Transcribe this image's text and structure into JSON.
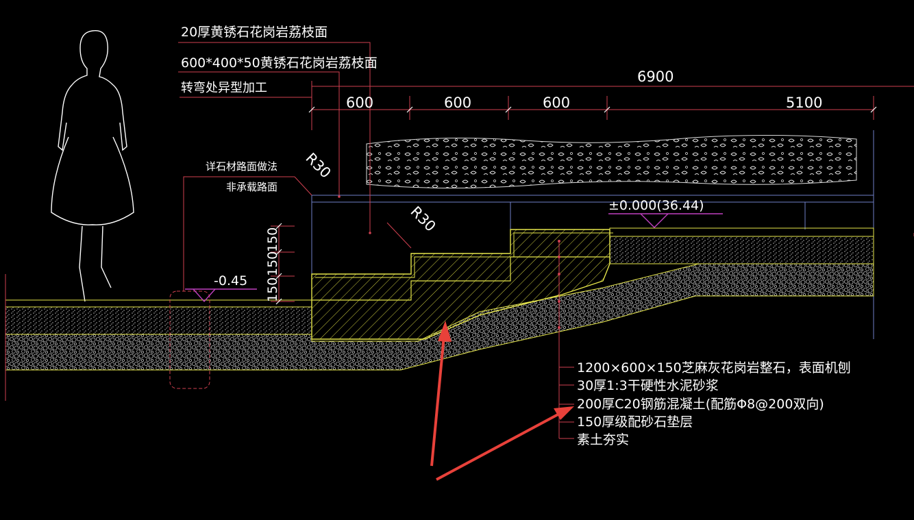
{
  "top_notes": {
    "line1": "20厚黄锈石花岗岩荔枝面",
    "line2": "600*400*50黄锈石花岗岩荔枝面",
    "line3": "转弯处异型加工"
  },
  "dimensions": {
    "overall": "6900",
    "seg1": "600",
    "seg2": "600",
    "seg3": "600",
    "seg4": "5100",
    "riser1": "150",
    "riser2": "150",
    "riser3": "150"
  },
  "radius_labels": {
    "r1": "R30",
    "r2": "R30"
  },
  "side_notes": {
    "line1": "详石材路面做法",
    "line2": "非承载路面"
  },
  "elevations": {
    "top": "±0.000(36.44)",
    "bottom": "-0.45"
  },
  "layer_notes": [
    "1200×600×150芝麻灰花岗岩整石，表面机刨",
    "30厚1:3干硬性水泥砂浆",
    "200厚C20钢筋混凝土(配筋Φ8@200双向)",
    "150厚级配砂石垫层",
    "素土夯实"
  ],
  "colors": {
    "background": "#000000",
    "stone_yellow": "#e6e64a",
    "leader_red": "#d04050",
    "arrow_red": "#e8413a",
    "elevation_magenta": "#c040c0",
    "outline_blue": "#7080c8",
    "figure_white": "#ffffff"
  },
  "icons": {
    "person": "person-silhouette-icon",
    "arrow": "red-arrow-icon"
  }
}
